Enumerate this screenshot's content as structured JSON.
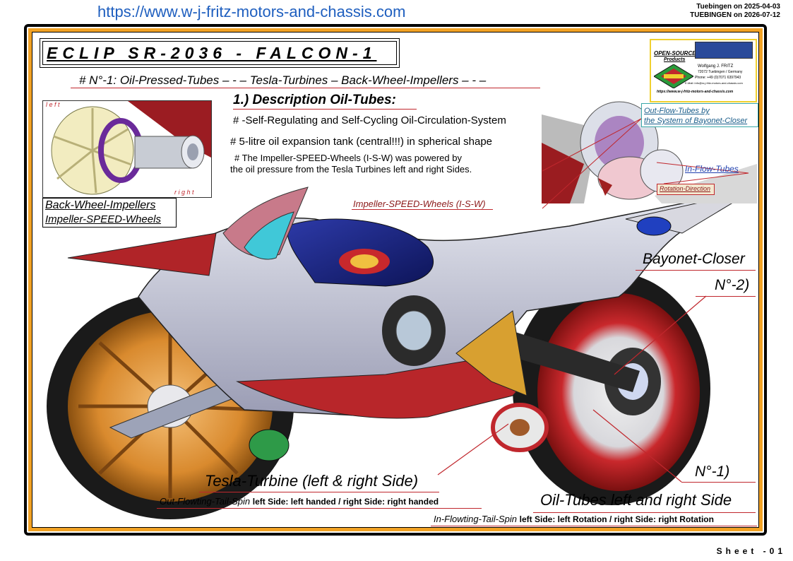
{
  "header": {
    "url": "https://www.w-j-fritz-motors-and-chassis.com",
    "date_line1": "Tuebingen on 2025-04-03",
    "date_line2": "TUEBINGEN on 2026-07-12"
  },
  "title": "ECLIP SR-2036 - FALCON-1",
  "subtitle": "# N°-1: Oil-Pressed-Tubes – - – Tesla-Turbines – Back-Wheel-Impellers – - –",
  "description": {
    "heading": "1.) Description Oil-Tubes:",
    "line1": "# -Self-Regulating and Self-Cycling Oil-Circulation-System",
    "line2": "# 5-litre oil expansion tank (central!!!) in spherical shape",
    "line3": "# The Impeller-SPEED-Wheels (I-S-W) was powered by",
    "line4": "the oil pressure from the Tesla Turbines left and right Sides."
  },
  "inset_left": {
    "left_label": "l e f t",
    "right_label": "r i g h t",
    "caption1": "Back-Wheel-Impellers",
    "caption2": "Impeller-SPEED-Wheels"
  },
  "labels": {
    "isw": "Impeller-SPEED-Wheels (I-S-W)",
    "out_flow1": "Out-Flow-Tubes by",
    "out_flow2": "the System of Bayonet-Closer",
    "in_flow": "In-Flow-Tubes",
    "rotation": "Rotation-Direction",
    "bayonet": "Bayonet-Closer",
    "n2": "N°-2)",
    "n1": "N°-1)",
    "oil_tubes": "Oil-Tubes left and right Side",
    "tesla": "Tesla-Turbine (left & right Side)",
    "out_spin": "Out-Flowting-Tail-Spin",
    "out_spin_bold": "left Side: left handed / right Side: right handed",
    "in_spin": "In-Flowting-Tail-Spin",
    "in_spin_bold": "left Side: left Rotation  / right Side: right Rotation"
  },
  "logo": {
    "line1": "OPEN-SOURCE",
    "line2": "Products",
    "name": "Wolfgang J. FRITZ",
    "addr": "72072 Tuebingen / Germany",
    "phone": "Phone: +49 (0)7071 6397943",
    "email": "E-Mail: info@w-j-fritz-motors-and-chassis.com",
    "web": "https://www.w-j-fritz-motors-and-chassis.com"
  },
  "footer": {
    "sheet": "Sheet -01"
  },
  "colors": {
    "frame_orange": "#f2a224",
    "label_red_line": "#c0272d",
    "url_blue": "#1f5fbf"
  }
}
